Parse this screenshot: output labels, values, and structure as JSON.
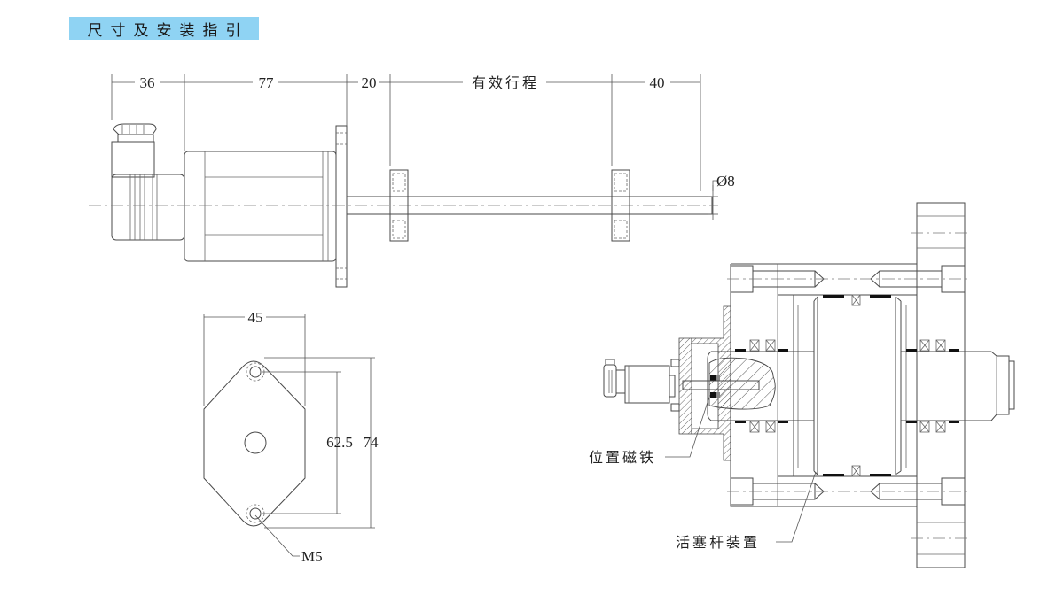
{
  "title": "尺寸及安装指引",
  "colors": {
    "title_bar": "#8fd3f3",
    "line": "#4a4a4a"
  },
  "side_view": {
    "dimensions": {
      "d1": "36",
      "d2": "77",
      "d3": "20",
      "stroke": "有效行程",
      "d5": "40",
      "rod_diameter": "Ø8"
    }
  },
  "flange_view": {
    "width": "45",
    "hole_spacing": "62.5",
    "height": "74",
    "hole_thread": "M5"
  },
  "section_view": {
    "callout_magnet": "位置磁铁",
    "callout_piston_rod": "活塞杆装置"
  }
}
